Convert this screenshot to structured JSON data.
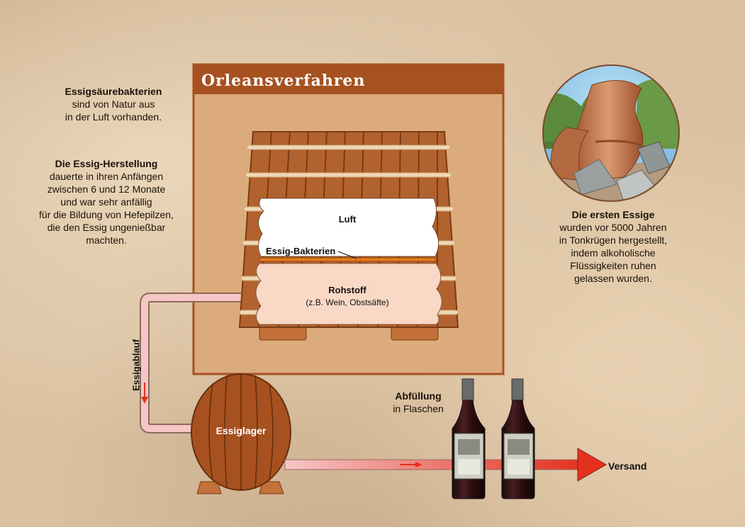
{
  "title": "Orleansverfahren",
  "left_text": {
    "bacteria_heading": "Essigsäurebakterien",
    "bacteria_lines": [
      "sind von Natur aus",
      "in der Luft vorhanden."
    ],
    "production_heading": "Die Essig-Herstellung",
    "production_lines": [
      "dauerte in ihren Anfängen",
      "zwischen 6 und 12 Monate",
      "und war sehr anfällig",
      "für die Bildung von Hefepilzen,",
      "die den Essig ungenießbar",
      "machten."
    ]
  },
  "right_text": {
    "heading": "Die ersten Essige",
    "lines": [
      "wurden vor 5000 Jahren",
      "in Tonkrügen hergestellt,",
      "indem alkoholische",
      "Flüssigkeiten ruhen",
      "gelassen wurden."
    ]
  },
  "vat": {
    "air_label": "Luft",
    "bacteria_label": "Essig-Bakterien",
    "raw_label": "Rohstoff",
    "raw_sub": "(z.B. Wein, Obstsäfte)"
  },
  "flow": {
    "drain_label": "Essigablauf",
    "storage_label": "Essiglager",
    "filling_heading": "Abfüllung",
    "filling_sub": "in Flaschen",
    "shipping_label": "Versand"
  },
  "colors": {
    "panel_bg": "#dcab7c",
    "panel_header": "#a6511f",
    "wood": "#a6511f",
    "pipe": "#f6c6c6",
    "arrow": "#e3311e",
    "bacteria_layer": "#e57a1a",
    "raw_fill": "#f9d9c6"
  },
  "icons": [
    "amphora-photo",
    "wine-bottle-icon",
    "wine-bottle-icon",
    "barrel-icon",
    "arrow-right-icon",
    "arrow-down-icon"
  ]
}
